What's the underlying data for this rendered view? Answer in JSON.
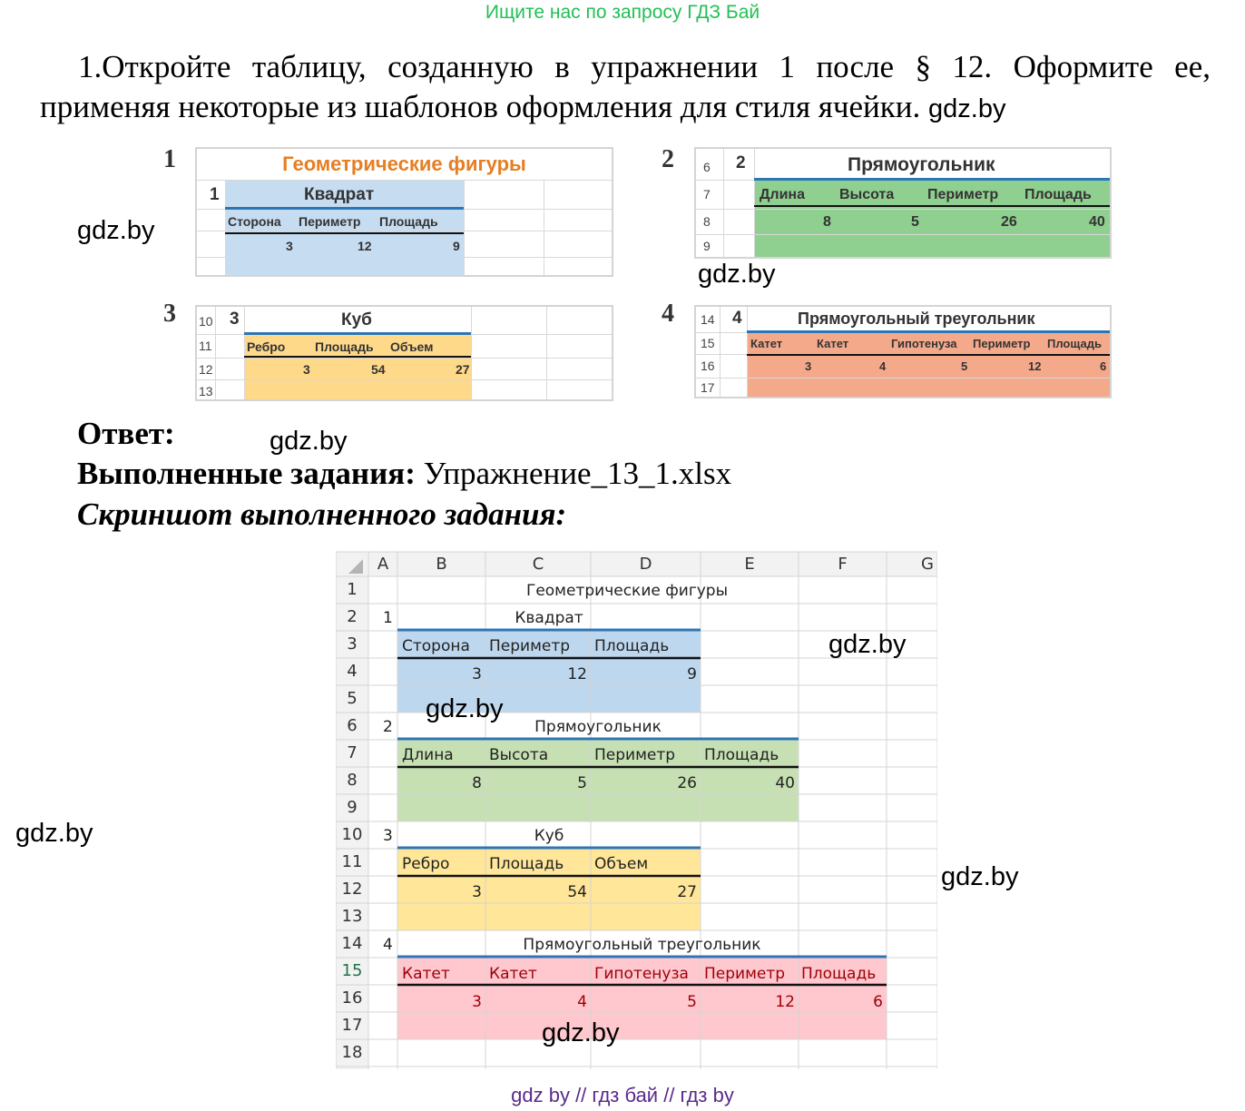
{
  "banner": "Ищите нас по запросу ГДЗ Бай",
  "task": {
    "line1": "1.Откройте таблицу, созданную в упражнении 1 после § 12. Оформите ее,",
    "line2": "применяя некоторые из шаблонов оформления для стиля ячейки."
  },
  "watermark": "gdz.by",
  "figures": {
    "labels": [
      "1",
      "2",
      "3",
      "4"
    ],
    "f1": {
      "title": "Геометрические фигуры",
      "num": "1",
      "name": "Квадрат",
      "headers": [
        "Сторона",
        "Периметр",
        "Площадь"
      ],
      "values": [
        "3",
        "12",
        "9"
      ]
    },
    "f2": {
      "rows": [
        "6",
        "7",
        "8",
        "9"
      ],
      "num": "2",
      "name": "Прямоугольник",
      "headers": [
        "Длина",
        "Высота",
        "Периметр",
        "Площадь"
      ],
      "values": [
        "8",
        "5",
        "26",
        "40"
      ]
    },
    "f3": {
      "rows": [
        "10",
        "11",
        "12",
        "13"
      ],
      "num": "3",
      "name": "Куб",
      "headers": [
        "Ребро",
        "Площадь",
        "Объем"
      ],
      "values": [
        "3",
        "54",
        "27"
      ]
    },
    "f4": {
      "rows": [
        "14",
        "15",
        "16",
        "17"
      ],
      "num": "4",
      "name": "Прямоугольный треугольник",
      "headers": [
        "Катет",
        "Катет",
        "Гипотенуза",
        "Периметр",
        "Площадь"
      ],
      "values": [
        "3",
        "4",
        "5",
        "12",
        "6"
      ]
    }
  },
  "answer": {
    "label": "Ответ:",
    "done_label": "Выполненные задания:",
    "done_file": "Упражнение_13_1.xlsx",
    "screenshot_label": "Скриншот выполненного задания:"
  },
  "sheet": {
    "columns": [
      "A",
      "B",
      "C",
      "D",
      "E",
      "F",
      "G"
    ],
    "rows": [
      "1",
      "2",
      "3",
      "4",
      "5",
      "6",
      "7",
      "8",
      "9",
      "10",
      "11",
      "12",
      "13",
      "14",
      "15",
      "16",
      "17",
      "18"
    ],
    "title": "Геометрические фигуры",
    "square": {
      "num": "1",
      "name": "Квадрат",
      "headers": [
        "Сторона",
        "Периметр",
        "Площадь"
      ],
      "values": [
        "3",
        "12",
        "9"
      ]
    },
    "rect": {
      "num": "2",
      "name": "Прямоугольник",
      "headers": [
        "Длина",
        "Высота",
        "Периметр",
        "Площадь"
      ],
      "values": [
        "8",
        "5",
        "26",
        "40"
      ]
    },
    "cube": {
      "num": "3",
      "name": "Куб",
      "headers": [
        "Ребро",
        "Площадь",
        "Объем"
      ],
      "values": [
        "3",
        "54",
        "27"
      ]
    },
    "tri": {
      "num": "4",
      "name": "Прямоугольный треугольник",
      "headers": [
        "Катет",
        "Катет",
        "Гипотенуза",
        "Периметр",
        "Площадь"
      ],
      "values": [
        "3",
        "4",
        "5",
        "12",
        "6"
      ]
    }
  },
  "colors": {
    "blue_fill": "#bdd7ee",
    "green_fill": "#c6e0b4",
    "yellow_fill": "#ffe699",
    "red_fill": "#ffc7ce",
    "accent_bar": "#2e75b6",
    "red_text": "#9c0006"
  },
  "footer": "gdz by  //  гдз бай  //  гдз by"
}
